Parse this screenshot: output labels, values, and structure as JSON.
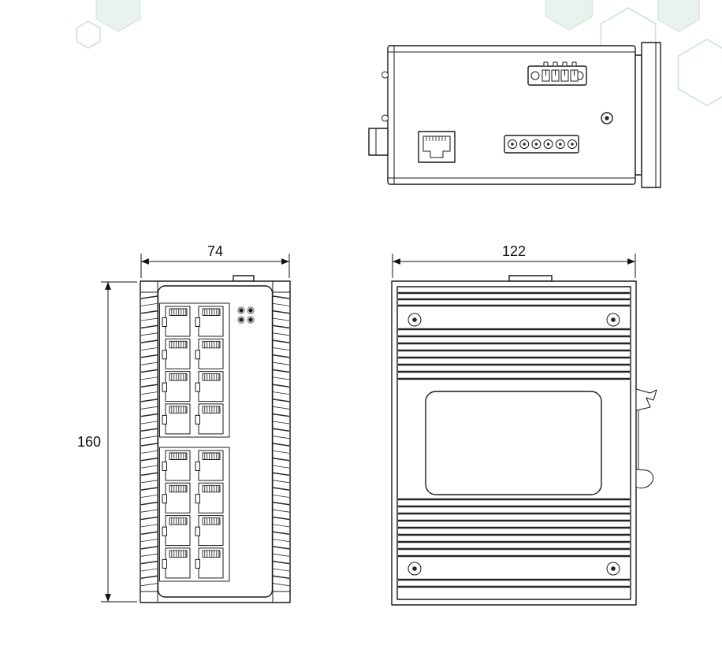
{
  "drawing": {
    "dimensions": {
      "front_width": "74",
      "front_height": "160",
      "back_width": "122"
    },
    "front_view": {
      "port_count": 16,
      "led_count": 4,
      "port_columns": 2,
      "port_rows_per_group": 4
    },
    "colors": {
      "line": "#1a1a1a",
      "dimension": "#111111",
      "hexagon_fill": "#e9f3ee",
      "hexagon_stroke": "#d5e8df"
    }
  }
}
